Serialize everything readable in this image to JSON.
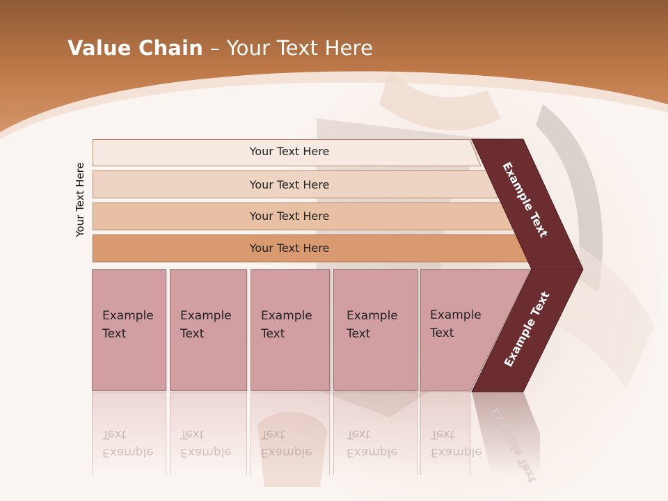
{
  "title": {
    "bold": "Value Chain",
    "rest": " – Your Text Here"
  },
  "side_label": "Your Text Here",
  "bars": [
    {
      "label": "Your Text Here",
      "fill": "#f5e9e2"
    },
    {
      "label": "Your Text Here",
      "fill": "#eed4c3"
    },
    {
      "label": "Your Text Here",
      "fill": "#e8c0a4"
    },
    {
      "label": "Your Text Here",
      "fill": "#d99a6f"
    }
  ],
  "boxes": [
    {
      "line1": "Example",
      "line2": "Text"
    },
    {
      "line1": "Example",
      "line2": "Text"
    },
    {
      "line1": "Example",
      "line2": "Text"
    },
    {
      "line1": "Example",
      "line2": "Text"
    },
    {
      "line1": "Example",
      "line2": "Text"
    }
  ],
  "arrow": {
    "upper_label": "Example Text",
    "lower_label": "Example Text",
    "color": "#6b2d30"
  },
  "colors": {
    "header": "#c6804d",
    "box": "#d19fa1",
    "background": "#fbf5f1"
  }
}
